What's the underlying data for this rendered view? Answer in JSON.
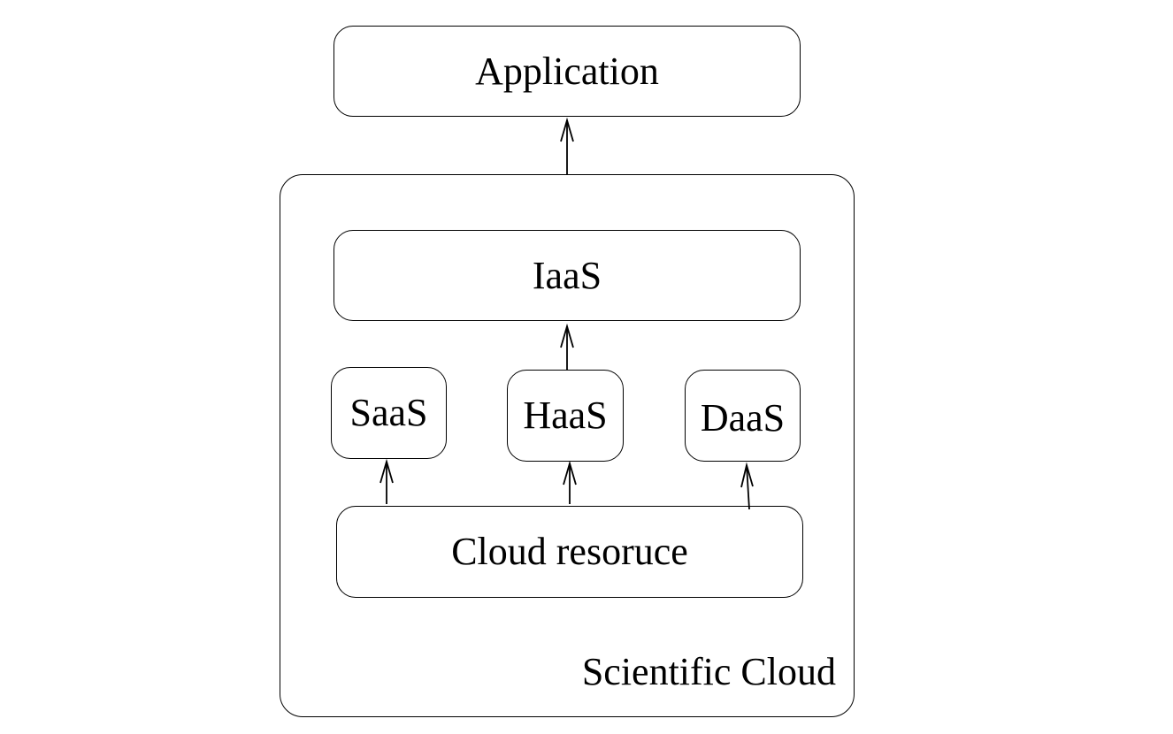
{
  "diagram": {
    "application": {
      "label": "Application"
    },
    "scientific_cloud": {
      "label": "Scientific Cloud"
    },
    "iaas": {
      "label": "IaaS"
    },
    "saas": {
      "label": "SaaS"
    },
    "haas": {
      "label": "HaaS"
    },
    "daas": {
      "label": "DaaS"
    },
    "cloud_resource": {
      "label": "Cloud resoruce"
    },
    "edges": [
      {
        "from": "scientific_cloud",
        "to": "application"
      },
      {
        "from": "haas",
        "to": "iaas"
      },
      {
        "from": "cloud_resource",
        "to": "saas"
      },
      {
        "from": "cloud_resource",
        "to": "haas"
      },
      {
        "from": "cloud_resource",
        "to": "daas"
      }
    ]
  }
}
